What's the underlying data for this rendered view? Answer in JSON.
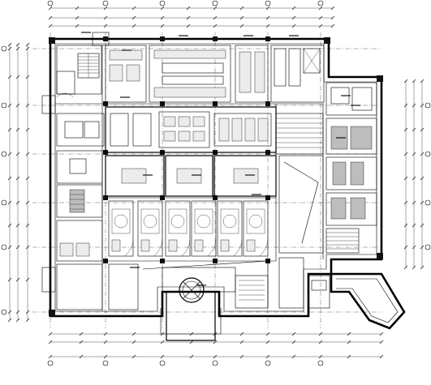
{
  "drawing": {
    "type": "architectural-floor-plan",
    "line_color": "#000000",
    "background": "#ffffff",
    "axes_top_count": 9,
    "axes_left_count": 9,
    "axes_right_count": 6,
    "round_rooms": 1,
    "stairs": 4
  }
}
